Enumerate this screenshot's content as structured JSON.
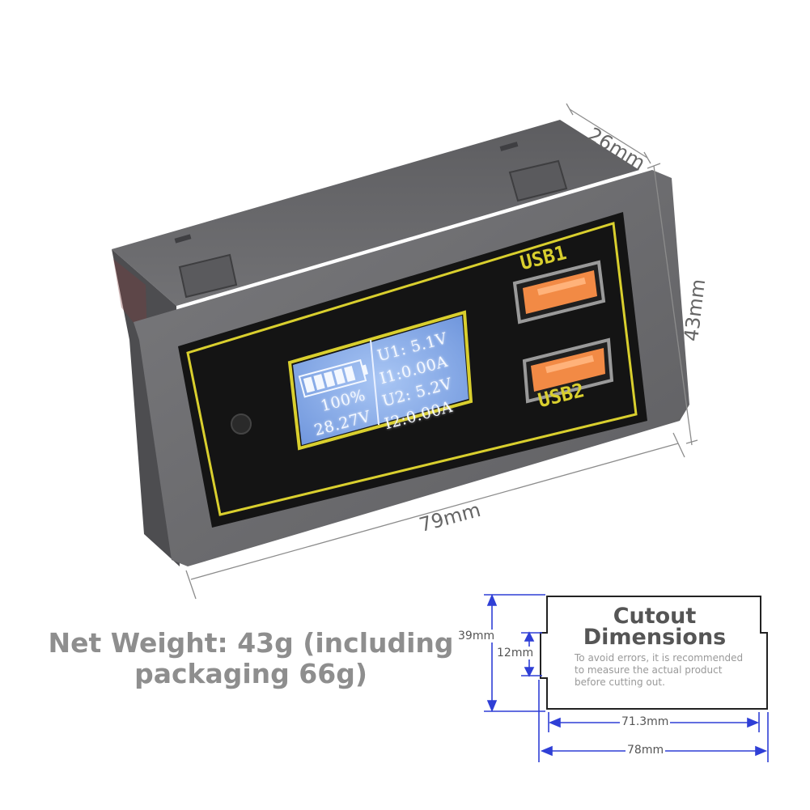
{
  "colors": {
    "housing": "#6e6e70",
    "housing_dark": "#4e4e50",
    "bezel_yellow": "#d9cf2e",
    "lcd_blue": "#8fb4ee",
    "usb_orange": "#f28a45",
    "cutout_blue": "#2f3fd6"
  },
  "device": {
    "dims": {
      "depth": "26mm",
      "height": "43mm",
      "width": "79mm"
    },
    "usb1_label": "USB1",
    "usb2_label": "USB2",
    "lcd": {
      "battery_percent": "100%",
      "battery_voltage": "28.27V",
      "u1": "U1: 5.1V",
      "i1": "I1:0.00A",
      "u2": "U2: 5.2V",
      "i2": "I2:0.00A"
    }
  },
  "weight_text": "Net Weight: 43g (including packaging 66g)",
  "cutout": {
    "title_line1": "Cutout",
    "title_line2": "Dimensions",
    "note": "To avoid errors, it is recommended to measure the actual product before cutting out.",
    "dim_39": "39mm",
    "dim_12": "12mm",
    "dim_71": "71.3mm",
    "dim_78": "78mm"
  }
}
